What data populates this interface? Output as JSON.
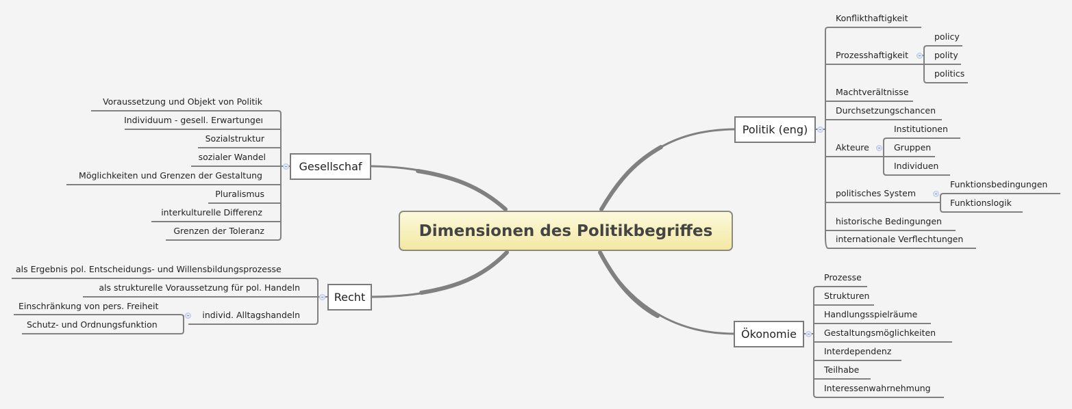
{
  "central": {
    "label": "Dimensionen des Politikbegriffes"
  },
  "colors": {
    "background": "#f4f4f4",
    "central_fill_top": "#fcf9dc",
    "central_fill_bottom": "#f3e9a3",
    "line": "#808080",
    "collapse_icon": "#dde6f5"
  },
  "branches": {
    "politik": {
      "label": "Politik (eng)",
      "children": [
        {
          "label": "Konflikthaftigkeit"
        },
        {
          "label": "Prozesshaftigkeit",
          "children": [
            {
              "label": "policy"
            },
            {
              "label": "polity"
            },
            {
              "label": "politics"
            }
          ]
        },
        {
          "label": "Machtverältnisse"
        },
        {
          "label": "Durchsetzungschancen"
        },
        {
          "label": "Akteure",
          "children": [
            {
              "label": "Institutionen"
            },
            {
              "label": "Gruppen"
            },
            {
              "label": "Individuen"
            }
          ]
        },
        {
          "label": "politisches System",
          "children": [
            {
              "label": "Funktionsbedingungen"
            },
            {
              "label": "Funktionslogik"
            }
          ]
        },
        {
          "label": "historische Bedingungen"
        },
        {
          "label": "internationale Verflechtungen"
        }
      ]
    },
    "oekonomie": {
      "label": "Ökonomie",
      "children": [
        {
          "label": "Prozesse"
        },
        {
          "label": "Strukturen"
        },
        {
          "label": "Handlungsspielräume"
        },
        {
          "label": "Gestaltungsmöglichkeiten"
        },
        {
          "label": "Interdependenz"
        },
        {
          "label": "Teilhabe"
        },
        {
          "label": "Interessenwahrnehmung"
        }
      ]
    },
    "gesellschaft": {
      "label": "Gesellschaf",
      "children": [
        {
          "label": "Voraussetzung und Objekt von Politik"
        },
        {
          "label": "Individuum - gesell. Erwartungeı"
        },
        {
          "label": "Sozialstruktur"
        },
        {
          "label": "sozialer Wandel"
        },
        {
          "label": "Möglichkeiten und Grenzen der Gestaltung"
        },
        {
          "label": "Pluralismus"
        },
        {
          "label": "interkulturelle Differenz"
        },
        {
          "label": "Grenzen der Toleranz"
        }
      ]
    },
    "recht": {
      "label": "Recht",
      "children": [
        {
          "label": "als Ergebnis pol. Entscheidungs- und Willensbildungsprozesse"
        },
        {
          "label": "als strukturelle Voraussetzung für pol. Handeln"
        },
        {
          "label": "individ. Alltagshandeln",
          "children": [
            {
              "label": "Einschränkung von pers. Freiheit"
            },
            {
              "label": "Schutz- und Ordnungsfunktion"
            }
          ]
        }
      ]
    }
  }
}
